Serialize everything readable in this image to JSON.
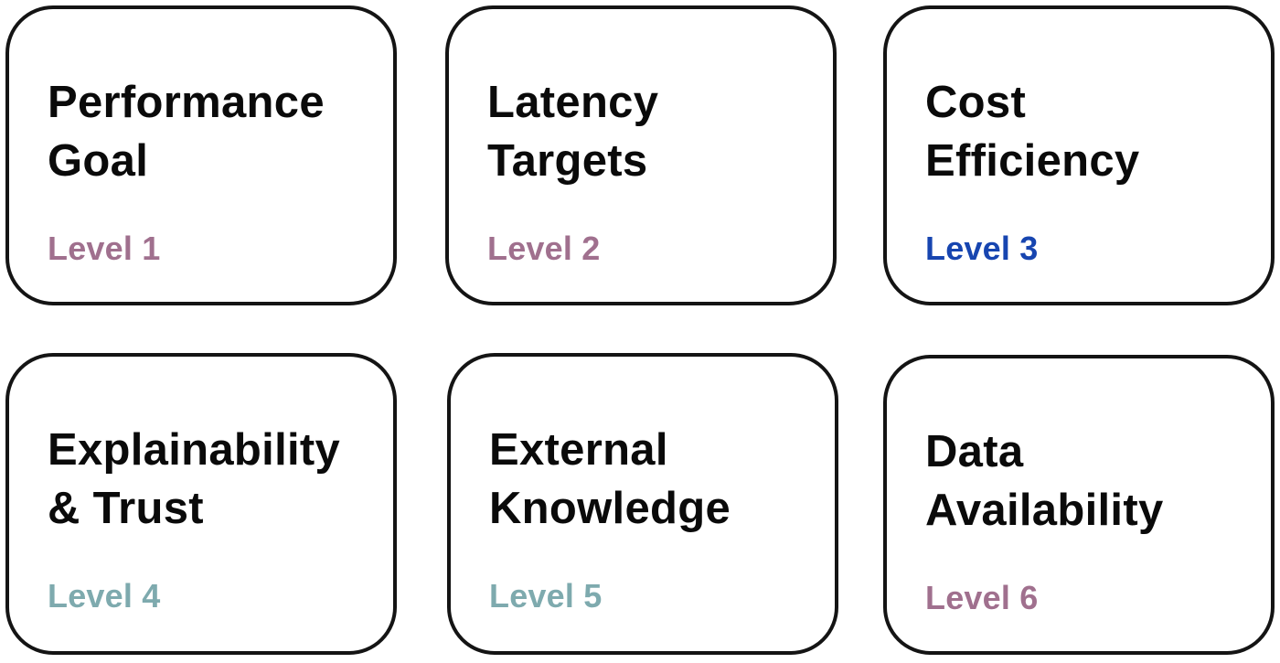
{
  "cards": [
    {
      "title_line1": "Performance",
      "title_line2": "Goal",
      "level": "Level 1",
      "level_color": "#a0708e"
    },
    {
      "title_line1": "Latency",
      "title_line2": "Targets",
      "level": "Level 2",
      "level_color": "#a0708e"
    },
    {
      "title_line1": "Cost",
      "title_line2": "Efficiency",
      "level": "Level 3",
      "level_color": "#1745b0"
    },
    {
      "title_line1": "Explainability",
      "title_line2": "& Trust",
      "level": "Level 4",
      "level_color": "#7eaaae"
    },
    {
      "title_line1": "External",
      "title_line2": "Knowledge",
      "level": "Level 5",
      "level_color": "#7eaaae"
    },
    {
      "title_line1": "Data",
      "title_line2": "Availability",
      "level": "Level 6",
      "level_color": "#a0708e"
    }
  ]
}
